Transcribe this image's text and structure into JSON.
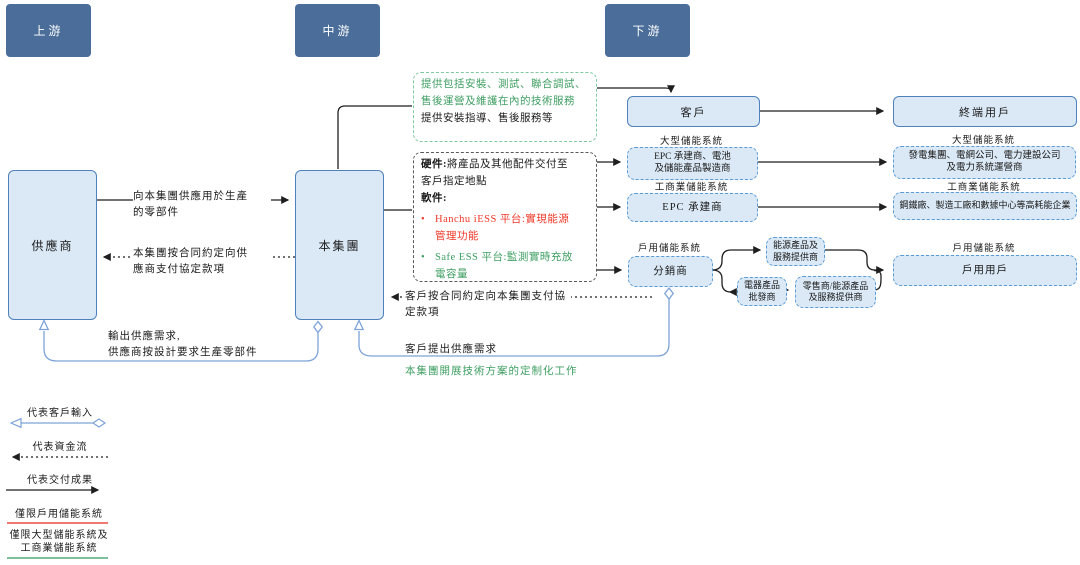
{
  "headers": {
    "upstream": "上游",
    "midstream": "中游",
    "downstream": "下游"
  },
  "nodes": {
    "supplier": "供應商",
    "group": "本集團",
    "customer": "客戶",
    "end_user": "終端用戶",
    "epc_battery": "EPC 承建商、電池\n及儲能產品製造商",
    "epc": "EPC 承建商",
    "distributor": "分銷商",
    "gen_group": "發電集團、電網公司、電力建設公司\n及電力系統運營商",
    "steel": "鋼鐵廠、製造工廠和數據中心等高耗能企業",
    "residential_user": "戶用用戶",
    "energy_provider": "能源產品及\n服務提供商",
    "wholesaler": "電器產品\n批發商",
    "retailer": "零售商/能源產品\n及服務提供商"
  },
  "category_labels": {
    "large": "大型儲能系統",
    "commercial": "工商業儲能系統",
    "residential": "戶用儲能系統"
  },
  "service_box": {
    "green_text": "提供包括安裝、測試、聯合調試、\n售後運營及維護在內的技術服務",
    "black_text": "提供安裝指導、售後服務等"
  },
  "delivery_box": {
    "hw_label": "硬件:",
    "hw_text": "將產品及其他配件交付至\n客戶指定地點",
    "sw_label": "軟件:",
    "bullet": "•",
    "platform1": "Hanchu iESS 平台:實現能源\n管理功能",
    "platform2": "Safe ESS 平台:監測實時充放\n電容量"
  },
  "edge_labels": {
    "supply_parts": "向本集團供應用於生產\n的零部件",
    "pay_supplier": "本集團按合同約定向供\n應商支付協定款項",
    "pay_group": "客戶按合同約定向本集團支付協\n定款項",
    "supply_demand": "輸出供應需求,\n供應商按設計要求生產零部件",
    "customer_demand": "客戶提出供應需求",
    "customization": "本集團開展技術方案的定制化工作"
  },
  "legend": {
    "customer_input": "代表客戶輸入",
    "funds_flow": "代表資金流",
    "deliverables": "代表交付成果",
    "residential_only": "僅限戶用儲能系統",
    "large_commercial_only": "僅限大型儲能系統及\n工商業儲能系統"
  },
  "colors": {
    "header_bg": "#4a6d99",
    "box_fill": "#dbe9f6",
    "solid_border": "#4f81bd",
    "dashed_border": "#5b9bd5",
    "green": "#3f9e63",
    "red": "#ef3829",
    "blue_line": "#7da3d8",
    "legend_red": "#ee4b44",
    "legend_green": "#52ab7c",
    "line_black": "#1f1f1f"
  }
}
